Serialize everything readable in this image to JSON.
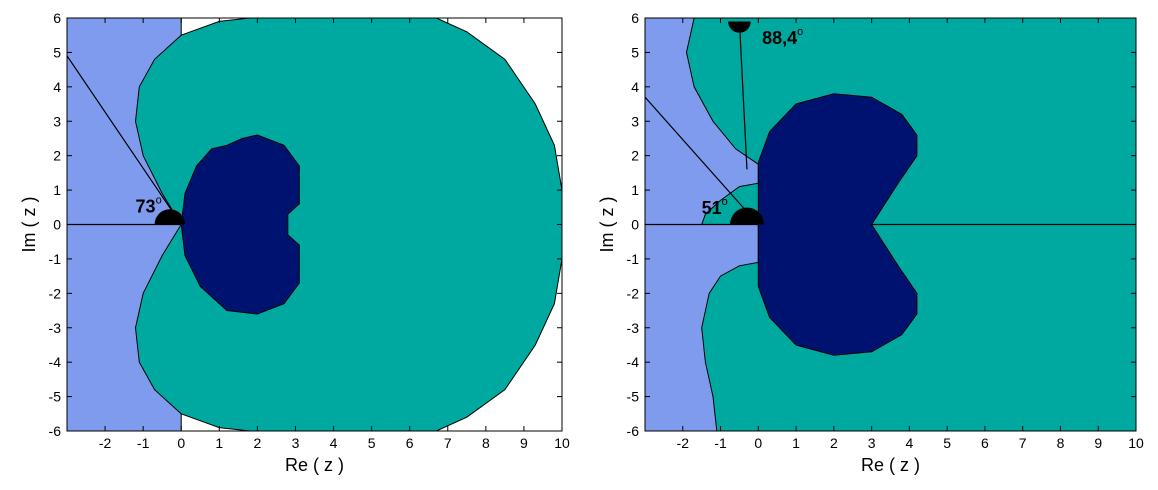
{
  "colors": {
    "outer": "#7F9BEE",
    "middle": "#00A99F",
    "inner": "#001270",
    "ray": "#000000",
    "sector": "#000000"
  },
  "chart_data": [
    {
      "type": "region",
      "xlabel": "Re ( z )",
      "ylabel": "Im ( z )",
      "xlim": [
        -3,
        10
      ],
      "ylim": [
        -6,
        6
      ],
      "xticks": [
        -2,
        -1,
        0,
        1,
        2,
        3,
        4,
        5,
        6,
        7,
        8,
        9,
        10
      ],
      "yticks": [
        -6,
        -5,
        -4,
        -3,
        -2,
        -1,
        0,
        1,
        2,
        3,
        4,
        5,
        6
      ],
      "grid": false,
      "background_region": {
        "points": [
          [
            -3,
            -6
          ],
          [
            0,
            -6
          ],
          [
            0,
            6
          ],
          [
            -3,
            6
          ]
        ]
      },
      "middle_region": {
        "points": [
          [
            0,
            0
          ],
          [
            -0.5,
            -0.9
          ],
          [
            -1,
            -2
          ],
          [
            -1.2,
            -3
          ],
          [
            -1.1,
            -4
          ],
          [
            -0.7,
            -4.8
          ],
          [
            0,
            -5.5
          ],
          [
            1,
            -5.9
          ],
          [
            1.8,
            -6
          ],
          [
            6.7,
            -6
          ],
          [
            7.5,
            -5.6
          ],
          [
            8.5,
            -4.8
          ],
          [
            9.3,
            -3.5
          ],
          [
            9.8,
            -2.3
          ],
          [
            10,
            -1
          ],
          [
            10,
            1
          ],
          [
            9.8,
            2.3
          ],
          [
            9.3,
            3.5
          ],
          [
            8.5,
            4.8
          ],
          [
            7.5,
            5.6
          ],
          [
            6.7,
            6
          ],
          [
            1.8,
            6
          ],
          [
            1,
            5.9
          ],
          [
            0,
            5.5
          ],
          [
            -0.7,
            4.8
          ],
          [
            -1.1,
            4
          ],
          [
            -1.2,
            3
          ],
          [
            -1,
            2
          ],
          [
            -0.5,
            0.9
          ]
        ]
      },
      "inner_region": {
        "points": [
          [
            0,
            0
          ],
          [
            0.1,
            -0.9
          ],
          [
            0.5,
            -1.8
          ],
          [
            1.2,
            -2.5
          ],
          [
            2,
            -2.6
          ],
          [
            2.7,
            -2.3
          ],
          [
            3.1,
            -1.7
          ],
          [
            3.1,
            -0.6
          ],
          [
            2.8,
            -0.3
          ],
          [
            2.8,
            0.3
          ],
          [
            3.1,
            0.6
          ],
          [
            3.1,
            1.7
          ],
          [
            2.7,
            2.3
          ],
          [
            2,
            2.6
          ],
          [
            1.6,
            2.5
          ],
          [
            1.2,
            2.3
          ],
          [
            0.8,
            2.2
          ],
          [
            0.4,
            1.7
          ],
          [
            0.1,
            0.9
          ]
        ]
      },
      "rays": [
        {
          "from": [
            0,
            0
          ],
          "to": [
            -3,
            0
          ]
        },
        {
          "from": [
            0,
            0
          ],
          "to": [
            -3,
            4.9
          ]
        }
      ],
      "angle_sector": {
        "center": [
          -0.3,
          0
        ],
        "r": 0.4,
        "start_deg": 0,
        "end_deg": 180
      },
      "angle_label": {
        "value": "73",
        "deg": "o",
        "pos": [
          -1.2,
          0.35
        ]
      }
    },
    {
      "type": "region",
      "xlabel": "Re ( z )",
      "ylabel": "Im ( z )",
      "xlim": [
        -3,
        10
      ],
      "ylim": [
        -6,
        6
      ],
      "xticks": [
        -2,
        -1,
        0,
        1,
        2,
        3,
        4,
        5,
        6,
        7,
        8,
        9,
        10
      ],
      "yticks": [
        -6,
        -5,
        -4,
        -3,
        -2,
        -1,
        0,
        1,
        2,
        3,
        4,
        5,
        6
      ],
      "grid": false,
      "middle_region": {
        "points": [
          [
            -1.7,
            6
          ],
          [
            -1.9,
            5
          ],
          [
            -1.7,
            4
          ],
          [
            -1.2,
            3
          ],
          [
            -0.6,
            2.2
          ],
          [
            0,
            1.75
          ],
          [
            0,
            1.2
          ],
          [
            -0.5,
            1.1
          ],
          [
            -1,
            0.7
          ],
          [
            -1.4,
            0.3
          ],
          [
            -1.5,
            0
          ],
          [
            10,
            0
          ],
          [
            10,
            6
          ]
        ]
      },
      "middle_region_lower": {
        "points": [
          [
            0,
            -1.1
          ],
          [
            -0.5,
            -1.2
          ],
          [
            -1,
            -1.5
          ],
          [
            -1.3,
            -2
          ],
          [
            -1.5,
            -3
          ],
          [
            -1.4,
            -4
          ],
          [
            -1.2,
            -5
          ],
          [
            -1.1,
            -6
          ],
          [
            10,
            -6
          ],
          [
            10,
            0
          ],
          [
            0,
            0
          ]
        ]
      },
      "inner_region": {
        "points": [
          [
            0,
            0
          ],
          [
            0,
            -1.1
          ],
          [
            0,
            -1.8
          ],
          [
            0.3,
            -2.7
          ],
          [
            1,
            -3.5
          ],
          [
            2,
            -3.8
          ],
          [
            3,
            -3.7
          ],
          [
            3.8,
            -3.2
          ],
          [
            4.2,
            -2.6
          ],
          [
            4.2,
            -2
          ],
          [
            3.7,
            -1.2
          ],
          [
            3,
            0
          ],
          [
            3.7,
            1.2
          ],
          [
            4.2,
            2
          ],
          [
            4.2,
            2.6
          ],
          [
            3.8,
            3.2
          ],
          [
            3,
            3.7
          ],
          [
            2,
            3.8
          ],
          [
            1,
            3.5
          ],
          [
            0.3,
            2.7
          ],
          [
            0,
            1.8
          ],
          [
            0,
            1.2
          ]
        ]
      },
      "rays": [
        {
          "from": [
            0,
            0
          ],
          "to": [
            -3,
            0
          ]
        },
        {
          "from": [
            3,
            0
          ],
          "to": [
            10,
            0
          ]
        },
        {
          "from": [
            0,
            0
          ],
          "to": [
            -3,
            3.7
          ]
        },
        {
          "from": [
            -0.3,
            1.6
          ],
          "to": [
            -0.5,
            5.9
          ]
        }
      ],
      "angle_sector": {
        "center": [
          -0.3,
          0
        ],
        "r": 0.45,
        "start_deg": 0,
        "end_deg": 180
      },
      "angle_sector_top": {
        "center": [
          -0.5,
          5.9
        ],
        "r": 0.3,
        "start_deg": 180,
        "end_deg": 360
      },
      "angle_label": {
        "value": "51",
        "deg": "o",
        "pos": [
          -1.5,
          0.3
        ]
      },
      "angle_label_top": {
        "value": "88,4",
        "deg": "o",
        "pos": [
          0.1,
          5.25
        ]
      }
    }
  ]
}
